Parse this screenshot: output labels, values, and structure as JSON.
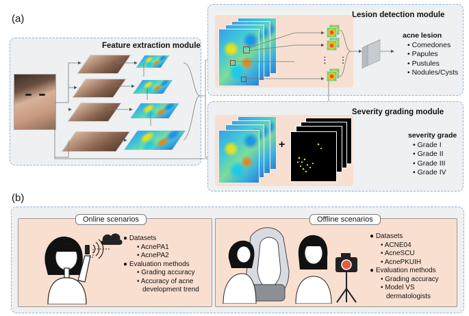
{
  "panel_a": {
    "label": "(a)",
    "feature_module": {
      "title": "Feature extraction module"
    },
    "lesion_module": {
      "title": "Lesion detection module",
      "dots": "⋮ ⋮",
      "output_heading": "acne lesion",
      "output_items": [
        "Comedones",
        "Papules",
        "Pustules",
        "Nodules/Cysts"
      ]
    },
    "severity_module": {
      "title": "Severity grading module",
      "plus": "+",
      "output_heading": "severity grade",
      "output_items": [
        "Grade I",
        "Grade II",
        "Grade III",
        "Grade IV"
      ]
    }
  },
  "panel_b": {
    "label": "(b)",
    "online": {
      "title": "Online scenarios",
      "datasets_heading": "Datasets",
      "datasets": [
        "AcnePA1",
        "AcnePA2"
      ],
      "eval_heading": "Evaluation methods",
      "eval": [
        "Grading accuracy",
        "Accuracy of acne",
        "development trend"
      ]
    },
    "offline": {
      "title": "Offline scenarios",
      "datasets_heading": "Datasets",
      "datasets": [
        "ACNE04",
        "AcneSCU",
        "AcnePKUIH"
      ],
      "eval_heading": "Evaluation methods",
      "eval": [
        "Grading accuracy",
        "Model VS",
        "dermatologists"
      ]
    }
  }
}
